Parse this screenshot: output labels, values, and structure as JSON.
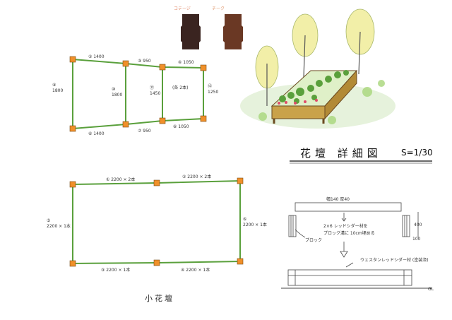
{
  "title": "花壇 詳細図",
  "scale": "S=1/30",
  "swatches": [
    {
      "label": "コテージ",
      "color": "#3a2420",
      "label_color": "#e08a6a"
    },
    {
      "label": "チーク",
      "color": "#6a3824",
      "label_color": "#e0966a"
    }
  ],
  "plan_top": {
    "top_labels": [
      "② 1400",
      "③ 950",
      "④ 1050"
    ],
    "bottom_labels": [
      "⑥ 1400",
      "⑦ 950",
      "⑧ 1050"
    ],
    "left_label": "⑨\n1800",
    "right_label": "⑫\n1250",
    "inner_labels": [
      "⑩\n1800",
      "⑪\n1450",
      "(各 2本)"
    ]
  },
  "plan_bottom": {
    "top_labels": [
      "① 2200 × 2本",
      "② 2200 × 2本"
    ],
    "bottom_labels": [
      "③ 2200 × 1本",
      "④ 2200 × 1本"
    ],
    "left_label": "⑤\n2200 × 1本",
    "right_label": "⑥\n2200 × 1本",
    "caption": "小花壇"
  },
  "section": {
    "board_label": "幅140 厚40",
    "note_line1": "2×6 レッドシダー材を",
    "note_line2": "プロック溝に 10cm埋める",
    "block_label": "ブロック",
    "dim_label": "400",
    "dim_label2": "100",
    "lower_note": "ウェスタンレッドシダー材 (塗装済)",
    "gl_label": "GL"
  },
  "colors": {
    "frame": "#5aa03c",
    "post": "#f0902a",
    "line": "#444444"
  }
}
